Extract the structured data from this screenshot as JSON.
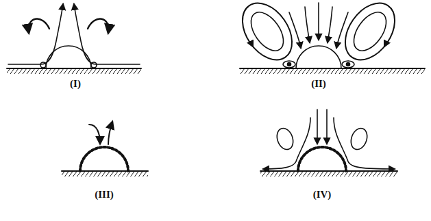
{
  "diagram": {
    "labels": [
      "(I)",
      "(II)",
      "(III)",
      "(IV)"
    ]
  }
}
